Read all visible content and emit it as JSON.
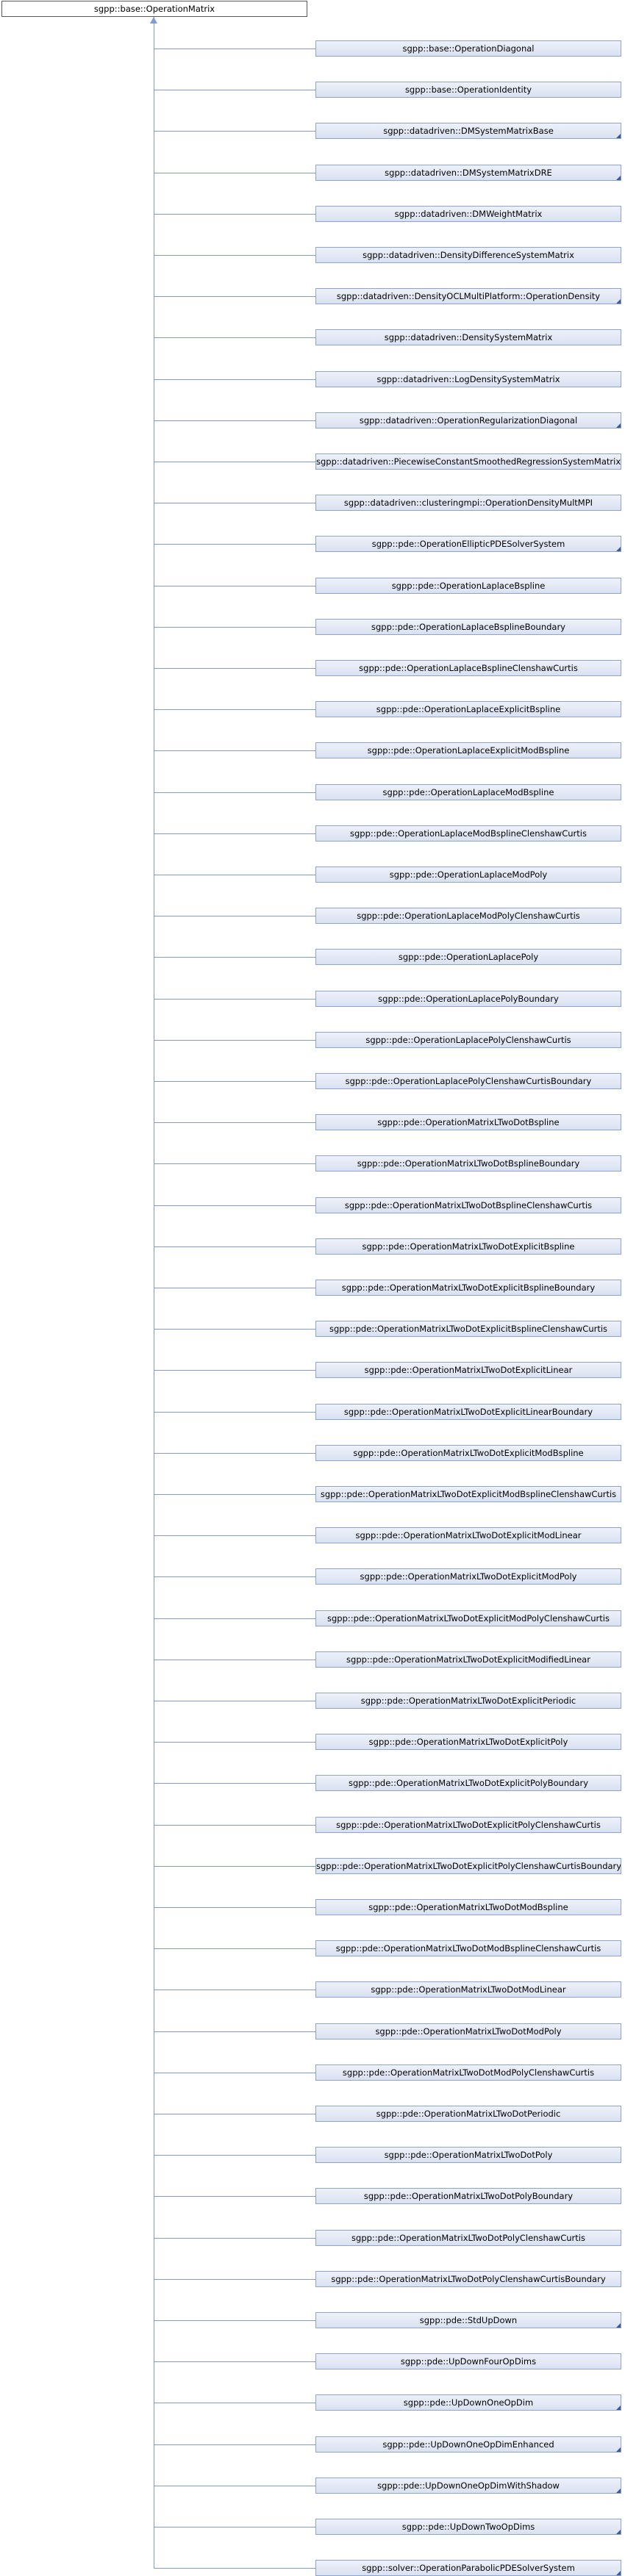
{
  "root": {
    "label": "sgpp::base::OperationMatrix"
  },
  "children": [
    {
      "label": "sgpp::base::OperationDiagonal",
      "more": false
    },
    {
      "label": "sgpp::base::OperationIdentity",
      "more": false
    },
    {
      "label": "sgpp::datadriven::DMSystemMatrixBase",
      "more": true
    },
    {
      "label": "sgpp::datadriven::DMSystemMatrixDRE",
      "more": true
    },
    {
      "label": "sgpp::datadriven::DMWeightMatrix",
      "more": false
    },
    {
      "label": "sgpp::datadriven::DensityDifferenceSystemMatrix",
      "more": false
    },
    {
      "label": "sgpp::datadriven::DensityOCLMultiPlatform::OperationDensity",
      "more": true
    },
    {
      "label": "sgpp::datadriven::DensitySystemMatrix",
      "more": false
    },
    {
      "label": "sgpp::datadriven::LogDensitySystemMatrix",
      "more": false
    },
    {
      "label": "sgpp::datadriven::OperationRegularizationDiagonal",
      "more": true
    },
    {
      "label": "sgpp::datadriven::PiecewiseConstantSmoothedRegressionSystemMatrix",
      "more": false
    },
    {
      "label": "sgpp::datadriven::clusteringmpi::OperationDensityMultMPI",
      "more": false
    },
    {
      "label": "sgpp::pde::OperationEllipticPDESolverSystem",
      "more": true
    },
    {
      "label": "sgpp::pde::OperationLaplaceBspline",
      "more": false
    },
    {
      "label": "sgpp::pde::OperationLaplaceBsplineBoundary",
      "more": false
    },
    {
      "label": "sgpp::pde::OperationLaplaceBsplineClenshawCurtis",
      "more": false
    },
    {
      "label": "sgpp::pde::OperationLaplaceExplicitBspline",
      "more": false
    },
    {
      "label": "sgpp::pde::OperationLaplaceExplicitModBspline",
      "more": false
    },
    {
      "label": "sgpp::pde::OperationLaplaceModBspline",
      "more": false
    },
    {
      "label": "sgpp::pde::OperationLaplaceModBsplineClenshawCurtis",
      "more": false
    },
    {
      "label": "sgpp::pde::OperationLaplaceModPoly",
      "more": false
    },
    {
      "label": "sgpp::pde::OperationLaplaceModPolyClenshawCurtis",
      "more": false
    },
    {
      "label": "sgpp::pde::OperationLaplacePoly",
      "more": false
    },
    {
      "label": "sgpp::pde::OperationLaplacePolyBoundary",
      "more": false
    },
    {
      "label": "sgpp::pde::OperationLaplacePolyClenshawCurtis",
      "more": false
    },
    {
      "label": "sgpp::pde::OperationLaplacePolyClenshawCurtisBoundary",
      "more": false
    },
    {
      "label": "sgpp::pde::OperationMatrixLTwoDotBspline",
      "more": false
    },
    {
      "label": "sgpp::pde::OperationMatrixLTwoDotBsplineBoundary",
      "more": false
    },
    {
      "label": "sgpp::pde::OperationMatrixLTwoDotBsplineClenshawCurtis",
      "more": false
    },
    {
      "label": "sgpp::pde::OperationMatrixLTwoDotExplicitBspline",
      "more": false
    },
    {
      "label": "sgpp::pde::OperationMatrixLTwoDotExplicitBsplineBoundary",
      "more": false
    },
    {
      "label": "sgpp::pde::OperationMatrixLTwoDotExplicitBsplineClenshawCurtis",
      "more": false
    },
    {
      "label": "sgpp::pde::OperationMatrixLTwoDotExplicitLinear",
      "more": false
    },
    {
      "label": "sgpp::pde::OperationMatrixLTwoDotExplicitLinearBoundary",
      "more": false
    },
    {
      "label": "sgpp::pde::OperationMatrixLTwoDotExplicitModBspline",
      "more": false
    },
    {
      "label": "sgpp::pde::OperationMatrixLTwoDotExplicitModBsplineClenshawCurtis",
      "more": false
    },
    {
      "label": "sgpp::pde::OperationMatrixLTwoDotExplicitModLinear",
      "more": false
    },
    {
      "label": "sgpp::pde::OperationMatrixLTwoDotExplicitModPoly",
      "more": false
    },
    {
      "label": "sgpp::pde::OperationMatrixLTwoDotExplicitModPolyClenshawCurtis",
      "more": false
    },
    {
      "label": "sgpp::pde::OperationMatrixLTwoDotExplicitModifiedLinear",
      "more": false
    },
    {
      "label": "sgpp::pde::OperationMatrixLTwoDotExplicitPeriodic",
      "more": false
    },
    {
      "label": "sgpp::pde::OperationMatrixLTwoDotExplicitPoly",
      "more": false
    },
    {
      "label": "sgpp::pde::OperationMatrixLTwoDotExplicitPolyBoundary",
      "more": false
    },
    {
      "label": "sgpp::pde::OperationMatrixLTwoDotExplicitPolyClenshawCurtis",
      "more": false
    },
    {
      "label": "sgpp::pde::OperationMatrixLTwoDotExplicitPolyClenshawCurtisBoundary",
      "more": false
    },
    {
      "label": "sgpp::pde::OperationMatrixLTwoDotModBspline",
      "more": false
    },
    {
      "label": "sgpp::pde::OperationMatrixLTwoDotModBsplineClenshawCurtis",
      "more": false
    },
    {
      "label": "sgpp::pde::OperationMatrixLTwoDotModLinear",
      "more": false
    },
    {
      "label": "sgpp::pde::OperationMatrixLTwoDotModPoly",
      "more": false
    },
    {
      "label": "sgpp::pde::OperationMatrixLTwoDotModPolyClenshawCurtis",
      "more": false
    },
    {
      "label": "sgpp::pde::OperationMatrixLTwoDotPeriodic",
      "more": false
    },
    {
      "label": "sgpp::pde::OperationMatrixLTwoDotPoly",
      "more": false
    },
    {
      "label": "sgpp::pde::OperationMatrixLTwoDotPolyBoundary",
      "more": false
    },
    {
      "label": "sgpp::pde::OperationMatrixLTwoDotPolyClenshawCurtis",
      "more": false
    },
    {
      "label": "sgpp::pde::OperationMatrixLTwoDotPolyClenshawCurtisBoundary",
      "more": false
    },
    {
      "label": "sgpp::pde::StdUpDown",
      "more": true
    },
    {
      "label": "sgpp::pde::UpDownFourOpDims",
      "more": false
    },
    {
      "label": "sgpp::pde::UpDownOneOpDim",
      "more": true
    },
    {
      "label": "sgpp::pde::UpDownOneOpDimEnhanced",
      "more": true
    },
    {
      "label": "sgpp::pde::UpDownOneOpDimWithShadow",
      "more": true
    },
    {
      "label": "sgpp::pde::UpDownTwoOpDims",
      "more": true
    },
    {
      "label": "sgpp::solver::OperationParabolicPDESolverSystem",
      "more": true
    }
  ]
}
